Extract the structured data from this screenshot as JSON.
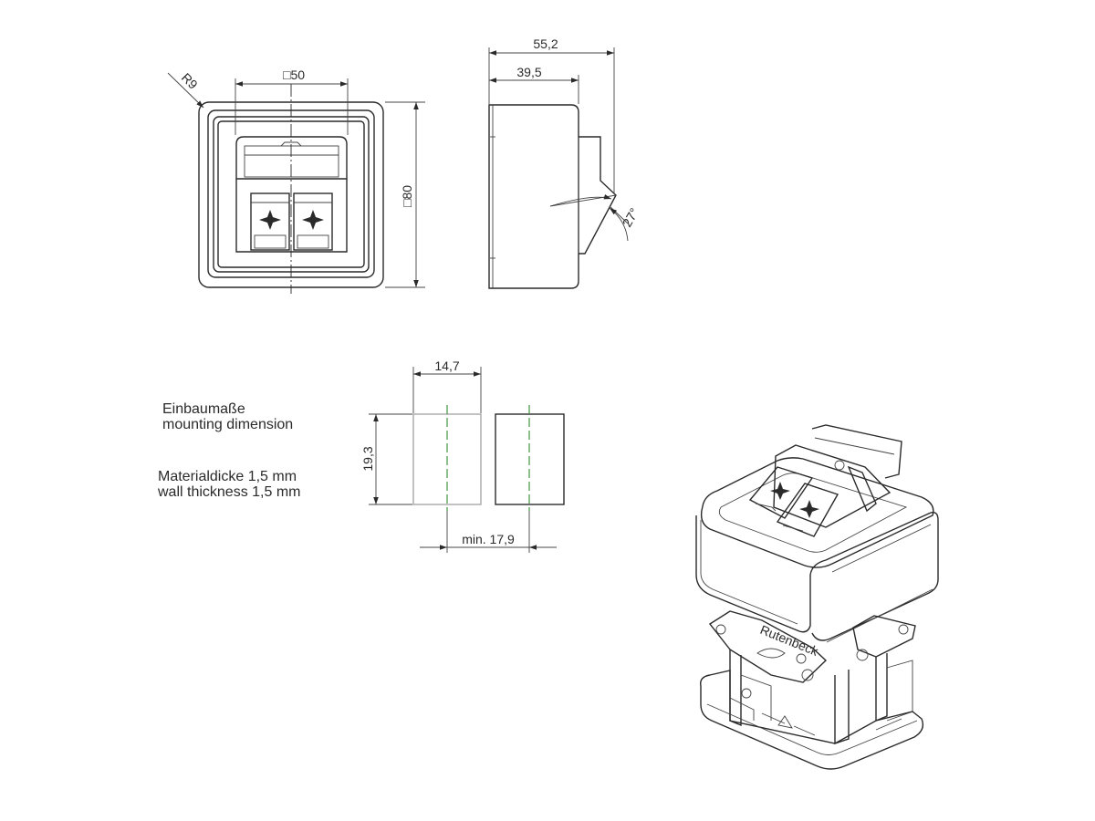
{
  "front_view": {
    "width_label": "□50",
    "height_label": "□80",
    "radius_label": "R9"
  },
  "side_view": {
    "depth_total_label": "55,2",
    "depth_body_label": "39,5",
    "angle_label": "27°"
  },
  "mounting": {
    "width_label": "14,7",
    "height_label": "19,3",
    "min_label": "min. 17,9",
    "title_de": "Einbaumaße",
    "title_en": "mounting dimension",
    "wall_de": "Materialdicke 1,5 mm",
    "wall_en": "wall thickness 1,5 mm"
  },
  "iso_view": {
    "brand_label": "Rutenbeck"
  },
  "colors": {
    "line": "#2a2a2a",
    "centerline_green": "#2e8b2e",
    "hidden_gray": "#9a9a9a",
    "background": "#ffffff"
  }
}
